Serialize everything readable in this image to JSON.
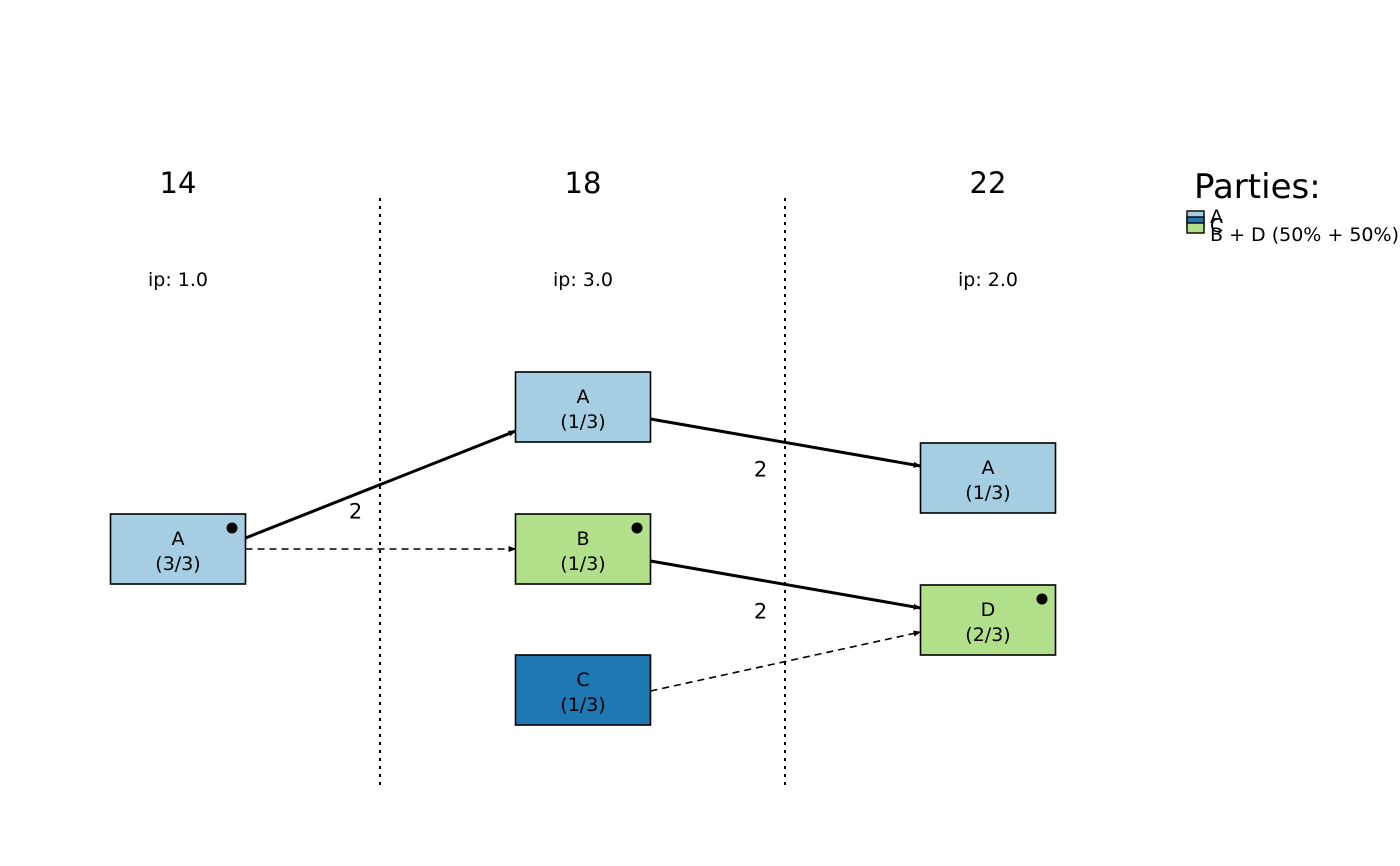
{
  "columns": [
    {
      "id": "c14",
      "title": "14",
      "ip": "ip: 1.0"
    },
    {
      "id": "c18",
      "title": "18",
      "ip": "ip: 3.0"
    },
    {
      "id": "c22",
      "title": "22",
      "ip": "ip: 2.0"
    }
  ],
  "nodes": [
    {
      "id": "n14A",
      "col": 0,
      "row": 2,
      "label": "A",
      "sub": "(3/3)",
      "party": "A",
      "marked": true
    },
    {
      "id": "n18A",
      "col": 1,
      "row": 0,
      "label": "A",
      "sub": "(1/3)",
      "party": "A",
      "marked": false
    },
    {
      "id": "n18B",
      "col": 1,
      "row": 2,
      "label": "B",
      "sub": "(1/3)",
      "party": "BD",
      "marked": true
    },
    {
      "id": "n18C",
      "col": 1,
      "row": 4,
      "label": "C",
      "sub": "(1/3)",
      "party": "C",
      "marked": false
    },
    {
      "id": "n22A",
      "col": 2,
      "row": 1,
      "label": "A",
      "sub": "(1/3)",
      "party": "A",
      "marked": false
    },
    {
      "id": "n22D",
      "col": 2,
      "row": 3,
      "label": "D",
      "sub": "(2/3)",
      "party": "BD",
      "marked": true
    }
  ],
  "edges": [
    {
      "from": "n14A",
      "to": "n18A",
      "style": "solid",
      "label": "2"
    },
    {
      "from": "n14A",
      "to": "n18B",
      "style": "dashed",
      "label": ""
    },
    {
      "from": "n18A",
      "to": "n22A",
      "style": "solid",
      "label": "2"
    },
    {
      "from": "n18B",
      "to": "n22D",
      "style": "solid",
      "label": "2"
    },
    {
      "from": "n18C",
      "to": "n22D",
      "style": "dashed",
      "label": ""
    }
  ],
  "legend": {
    "title": "Parties:",
    "items": [
      {
        "party": "A",
        "label": "A"
      },
      {
        "party": "C",
        "label": "C"
      },
      {
        "party": "BD",
        "label": "B + D (50% + 50%)"
      }
    ]
  },
  "colors": {
    "A": "#a6cee3",
    "C": "#1f78b4",
    "BD": "#b2df8a",
    "stroke": "#000000"
  }
}
